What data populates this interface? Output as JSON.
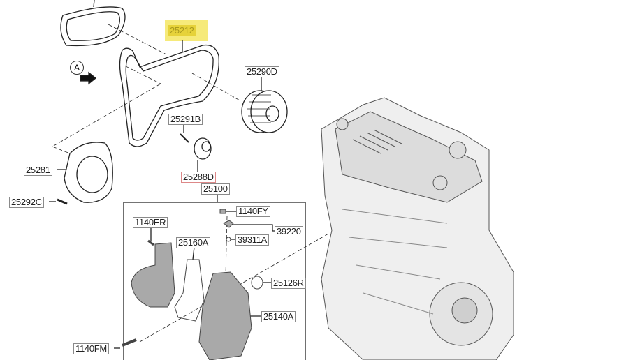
{
  "diagram": {
    "view_marker": "A",
    "highlighted_part": "25212",
    "labels": {
      "p25212": "25212",
      "p25290D": "25290D",
      "p25291B": "25291B",
      "p25288D": "25288D",
      "p25281": "25281",
      "p25292C": "25292C",
      "p25100": "25100",
      "p1140FY": "1140FY",
      "p39220": "39220",
      "p39311A": "39311A",
      "p1140ER": "1140ER",
      "p25160A": "25160A",
      "p25126R": "25126R",
      "p25140A": "25140A",
      "p1140FM": "1140FM"
    },
    "colors": {
      "highlight": "#f6ea7a",
      "part_fill": "#a9a9a9",
      "line": "#333333"
    }
  }
}
